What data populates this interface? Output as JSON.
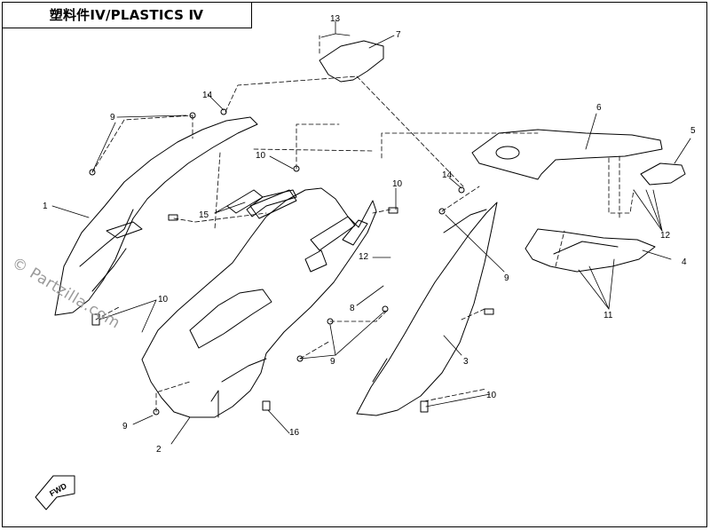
{
  "title": "塑料件IV/PLASTICS Ⅳ",
  "watermark": "© Partzilla.com",
  "fwd_label": "FWD",
  "callouts": [
    {
      "id": "c1",
      "text": "1"
    },
    {
      "id": "c2",
      "text": "2"
    },
    {
      "id": "c3",
      "text": "3"
    },
    {
      "id": "c4",
      "text": "4"
    },
    {
      "id": "c5",
      "text": "5"
    },
    {
      "id": "c6",
      "text": "6"
    },
    {
      "id": "c7",
      "text": "7"
    },
    {
      "id": "c8",
      "text": "8"
    },
    {
      "id": "c9a",
      "text": "9"
    },
    {
      "id": "c9b",
      "text": "9"
    },
    {
      "id": "c9c",
      "text": "9"
    },
    {
      "id": "c9d",
      "text": "9"
    },
    {
      "id": "c10a",
      "text": "10"
    },
    {
      "id": "c10b",
      "text": "10"
    },
    {
      "id": "c10c",
      "text": "10"
    },
    {
      "id": "c10d",
      "text": "10"
    },
    {
      "id": "c11",
      "text": "11"
    },
    {
      "id": "c12a",
      "text": "12"
    },
    {
      "id": "c12b",
      "text": "12"
    },
    {
      "id": "c13",
      "text": "13"
    },
    {
      "id": "c14a",
      "text": "14"
    },
    {
      "id": "c14b",
      "text": "14"
    },
    {
      "id": "c15",
      "text": "15"
    },
    {
      "id": "c16",
      "text": "16"
    }
  ]
}
